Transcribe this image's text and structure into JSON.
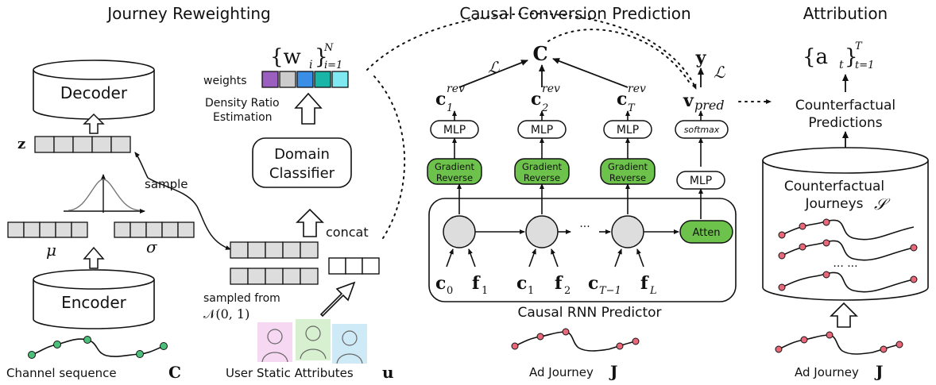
{
  "sections": {
    "journey_reweighting": "Journey Reweighting",
    "causal_conversion_prediction": "Causal Conversion Prediction",
    "attribution": "Attribution"
  },
  "left": {
    "decoder": "Decoder",
    "encoder": "Encoder",
    "z_label": "z",
    "sample": "sample",
    "mu": "μ",
    "sigma": "σ",
    "channel_sequence": "Channel sequence",
    "channel_symbol": "C"
  },
  "middle_left": {
    "weights_set_lhs": "{w",
    "weights_set_sub": "i",
    "weights_set_rhs": "}",
    "weights_set_upper": "N",
    "weights_set_lower": "i=1",
    "weights": "weights",
    "density_ratio_1": "Density Ratio",
    "density_ratio_2": "Estimation",
    "domain_classifier_1": "Domain",
    "domain_classifier_2": "Classifier",
    "concat": "concat",
    "sampled_from": "sampled from",
    "normal_dist": "𝒩(0, 1)",
    "user_static_attributes": "User Static Attributes",
    "user_symbol": "u",
    "weight_colors": [
      "#9b5fc0",
      "#cccccc",
      "#3a8ee6",
      "#19b5a6",
      "#7fe8f0"
    ]
  },
  "rnn": {
    "C": "C",
    "loss": "ℒ",
    "c_rev_1": "c",
    "c_rev_1_sub": "1",
    "c_rev_2": "c",
    "c_rev_2_sub": "2",
    "c_rev_T": "c",
    "c_rev_T_sub": "T",
    "rev": "rev",
    "mlp": "MLP",
    "gradient": "Gradient",
    "reverse": "Reverse",
    "softmax": "softmax",
    "atten": "Atten",
    "y": "y",
    "v_pred": "v",
    "v_pred_sub": "pred",
    "dots": "...",
    "c0": "c",
    "c0_sub": "0",
    "f1": "f",
    "f1_sub": "1",
    "c1": "c",
    "c1_sub": "1",
    "f2": "f",
    "f2_sub": "2",
    "cT1": "c",
    "cT1_sub": "T−1",
    "fL": "f",
    "fL_sub": "L",
    "predictor_label": "Causal RNN Predictor",
    "ad_journey": "Ad Journey",
    "journey_symbol": "J",
    "green": "#6cc24a"
  },
  "attribution": {
    "a_lhs": "{a",
    "a_sub": "t",
    "a_rhs": "}",
    "a_upper": "T",
    "a_lower": "t=1",
    "counterfactual_predictions_1": "Counterfactual",
    "counterfactual_predictions_2": "Predictions",
    "counterfactual_journeys_1": "Counterfactual",
    "counterfactual_journeys_2": "Journeys",
    "journeys_symbol": "𝒮",
    "dots": "... ...",
    "ad_journey": "Ad Journey",
    "journey_symbol": "J"
  }
}
